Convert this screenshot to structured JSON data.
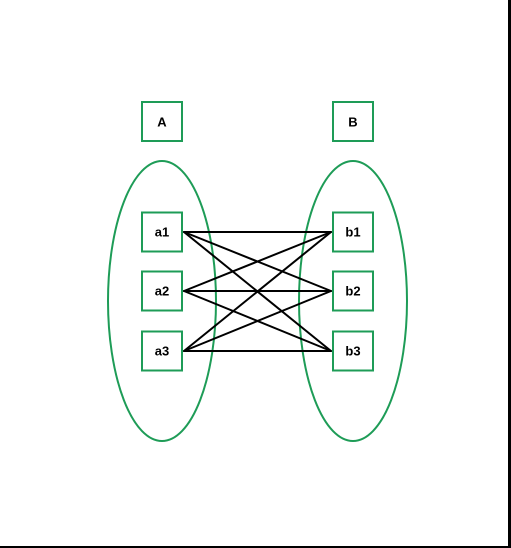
{
  "colors": {
    "border_green": "#1e9c57",
    "edge": "#000000",
    "text": "#000000",
    "page": "#ffffff",
    "background": "#000000"
  },
  "headers": {
    "left": "A",
    "right": "B"
  },
  "left_nodes": [
    "a1",
    "a2",
    "a3"
  ],
  "right_nodes": [
    "b1",
    "b2",
    "b3"
  ],
  "edges": [
    [
      "a1",
      "b1"
    ],
    [
      "a1",
      "b2"
    ],
    [
      "a1",
      "b3"
    ],
    [
      "a2",
      "b1"
    ],
    [
      "a2",
      "b2"
    ],
    [
      "a2",
      "b3"
    ],
    [
      "a3",
      "b1"
    ],
    [
      "a3",
      "b2"
    ],
    [
      "a3",
      "b3"
    ]
  ]
}
